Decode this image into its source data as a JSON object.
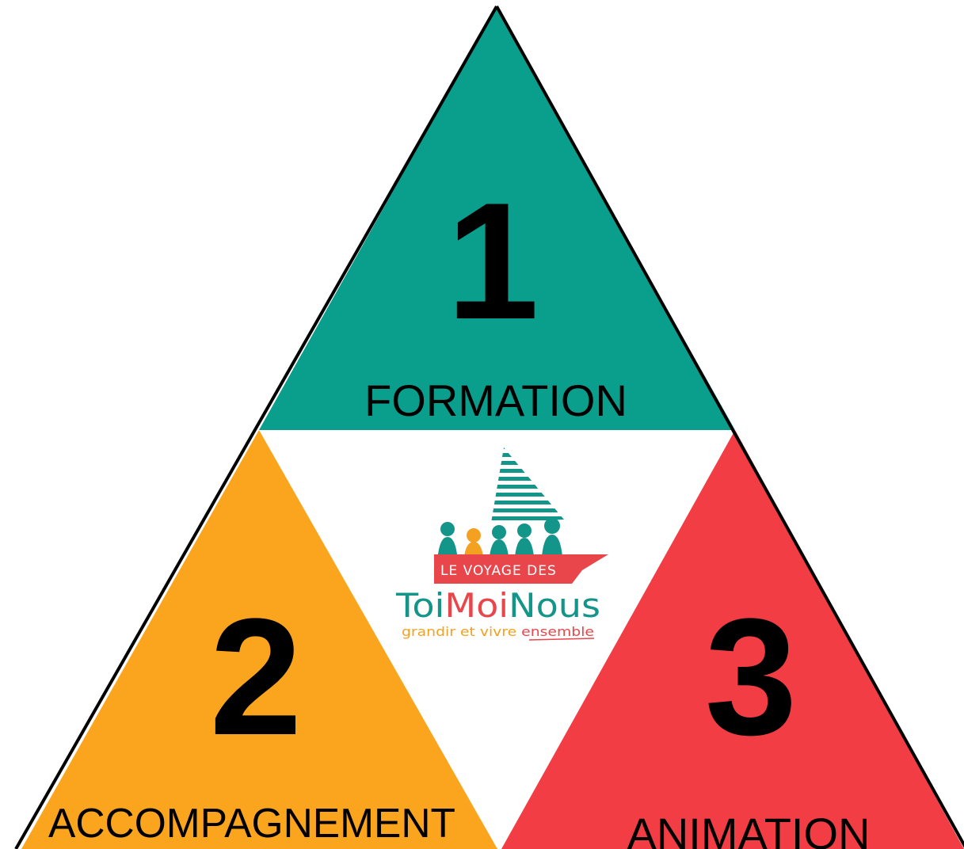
{
  "colors": {
    "formation": "#0a9e8c",
    "accompagnement": "#fba51e",
    "animation": "#f23d44",
    "logo_teal": "#14958a",
    "logo_red": "#e8464a",
    "logo_orange": "#f4a021",
    "outline": "#000000"
  },
  "sections": [
    {
      "number": "1",
      "label": "FORMATION"
    },
    {
      "number": "2",
      "label": "ACCOMPAGNEMENT"
    },
    {
      "number": "3",
      "label": "ANIMATION"
    }
  ],
  "logo": {
    "boat_text": "LE VOYAGE DES",
    "brand_part1": "Toi",
    "brand_part2": "Moi",
    "brand_part3": "Nous",
    "tagline_part1": "grandir et vivre ",
    "tagline_part2": "ensemble"
  }
}
